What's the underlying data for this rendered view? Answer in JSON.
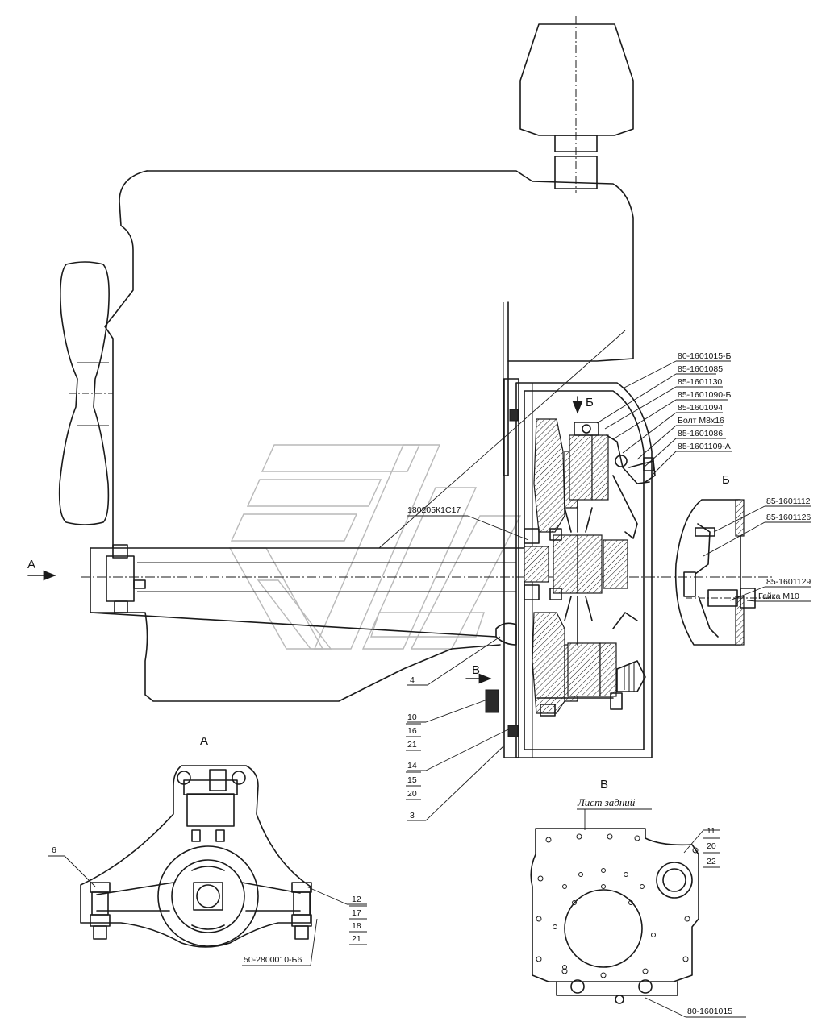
{
  "views": {
    "view_a_arrow": "А",
    "view_a_title": "А",
    "view_b_arrow": "Б",
    "view_b_title": "Б",
    "view_v_arrow": "В",
    "view_v_title": "В"
  },
  "callouts_right": [
    "80-1601015-Б",
    "85-1601085",
    "85-1601130",
    "85-1601090-Б",
    "85-1601094",
    "Болт М8х16",
    "85-1601086",
    "85-1601109-А"
  ],
  "bearing_label": "180205К1С17",
  "detail_b_labels": {
    "l1": "85-1601112",
    "l2": "85-1601126",
    "l3": "85-1601129",
    "l4": "Гайка М10"
  },
  "positions": {
    "p4": "4",
    "p10": "10",
    "p16": "16",
    "p21a": "21",
    "p14": "14",
    "p15": "15",
    "p20a": "20",
    "p3": "3",
    "p6": "6",
    "p12": "12",
    "p17": "17",
    "p18": "18",
    "p21b": "21",
    "p11": "11",
    "p20b": "20",
    "p22": "22"
  },
  "support_part": "50-2800010-Б6",
  "rear_sheet_label": "Лист задний",
  "rear_sheet_part": "80-1601015",
  "icons": {
    "watermark": "logo-watermark",
    "view_arrow": "arrow-right-icon"
  }
}
